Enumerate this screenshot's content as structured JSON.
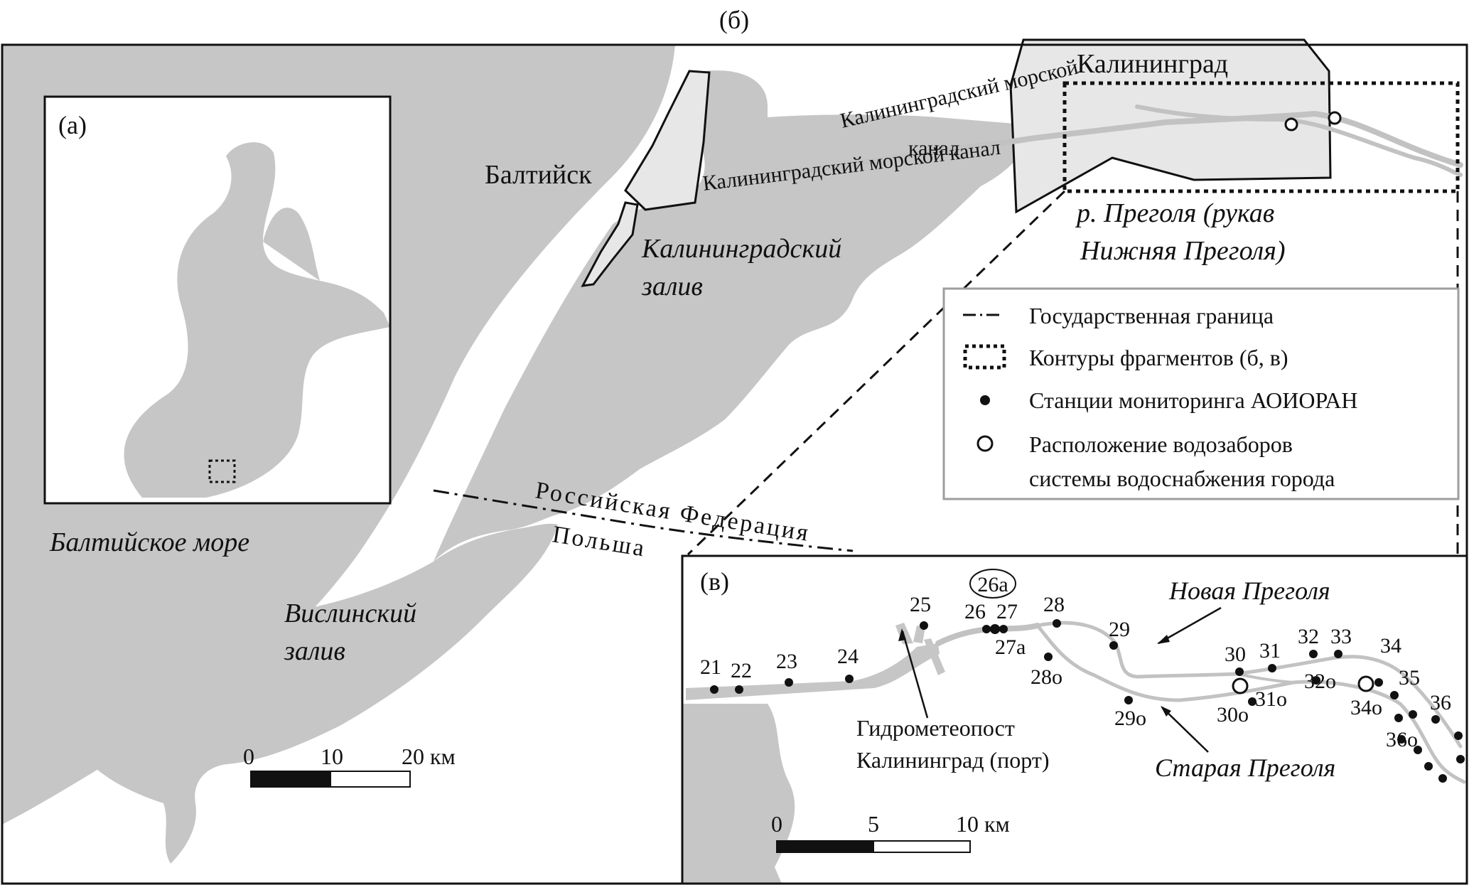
{
  "panel_label_b": "(б)",
  "inset_a": {
    "label": "(а)"
  },
  "panel_b": {
    "places": {
      "kaliningrad": "Калининград",
      "baltiysk": "Балтийск",
      "canal_line1": "Калининградский морской",
      "canal_line2": "канал",
      "canal_along": "Калининградский морской канал",
      "kaliningrad_bay_line1": "Калининградский",
      "kaliningrad_bay_line2": "залив",
      "pregolya_line1": "р. Преголя (рукав",
      "pregolya_line2": "Нижняя Преголя)",
      "baltic_sea": "Балтийское море",
      "vistula_line1": "Вислинский",
      "vistula_line2": "залив",
      "russia": "Российская Федерация",
      "poland": "Польша"
    },
    "scale": {
      "zero": "0",
      "mid": "10",
      "end": "20 км"
    }
  },
  "legend": {
    "border": "Государственная граница",
    "contours": "Контуры фрагментов (б, в)",
    "stations": "Станции мониторинга АОИОРАН",
    "intakes_line1": "Расположение водозаборов",
    "intakes_line2": "системы водоснабжения города"
  },
  "inset_v": {
    "label": "(в)",
    "new_pregolya": "Новая Преголя",
    "old_pregolya": "Старая Преголя",
    "gauge_line1": "Гидрометеопост",
    "gauge_line2": "Калининград (порт)",
    "stations": [
      {
        "id": "21",
        "label": "21"
      },
      {
        "id": "22",
        "label": "22"
      },
      {
        "id": "23",
        "label": "23"
      },
      {
        "id": "24",
        "label": "24"
      },
      {
        "id": "25",
        "label": "25"
      },
      {
        "id": "26a",
        "label": "26а"
      },
      {
        "id": "26",
        "label": "26"
      },
      {
        "id": "27",
        "label": "27"
      },
      {
        "id": "27a",
        "label": "27а"
      },
      {
        "id": "28",
        "label": "28"
      },
      {
        "id": "28o",
        "label": "28о"
      },
      {
        "id": "29",
        "label": "29"
      },
      {
        "id": "29o",
        "label": "29о"
      },
      {
        "id": "30",
        "label": "30"
      },
      {
        "id": "30o",
        "label": "30о"
      },
      {
        "id": "31",
        "label": "31"
      },
      {
        "id": "31o",
        "label": "31о"
      },
      {
        "id": "32",
        "label": "32"
      },
      {
        "id": "32o",
        "label": "32о"
      },
      {
        "id": "33",
        "label": "33"
      },
      {
        "id": "34",
        "label": "34"
      },
      {
        "id": "34o",
        "label": "34о"
      },
      {
        "id": "35",
        "label": "35"
      },
      {
        "id": "36",
        "label": "36"
      },
      {
        "id": "36o",
        "label": "36о"
      }
    ],
    "scale": {
      "zero": "0",
      "mid": "5",
      "end": "10 км"
    }
  }
}
